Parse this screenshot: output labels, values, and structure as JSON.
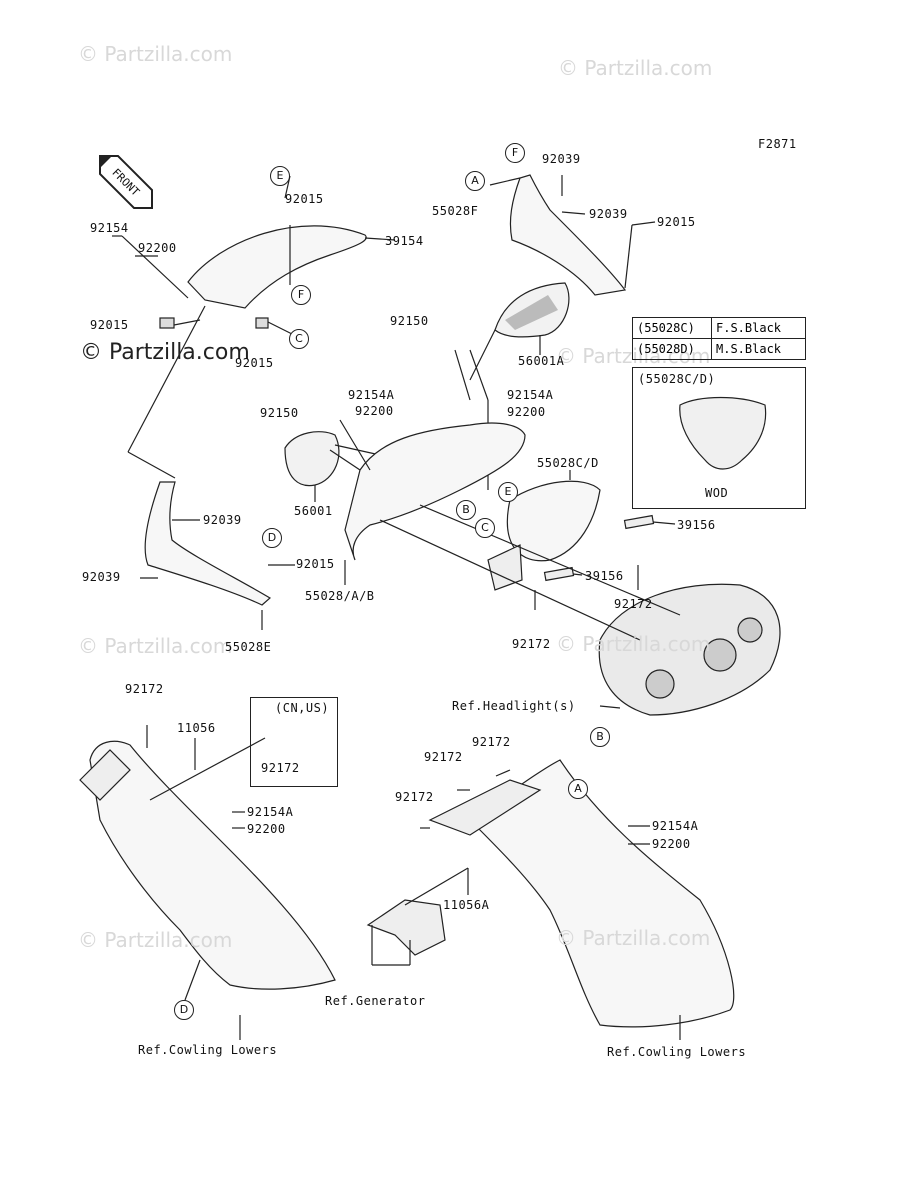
{
  "diagram_code": "F2871",
  "front_label": "FRONT",
  "watermarks": [
    "© Partzilla.com",
    "© Partzilla.com",
    "© Partzilla.com",
    "© Partzilla.com",
    "© Partzilla.com",
    "© Partzilla.com",
    "© Partzilla.com",
    "© Partzilla.com"
  ],
  "watermark_main": "© Partzilla.com",
  "callouts": [
    "E",
    "F",
    "C",
    "F",
    "A",
    "B",
    "E",
    "C",
    "D",
    "D",
    "B",
    "A"
  ],
  "part_labels": [
    "92015",
    "39154",
    "92154",
    "92200",
    "92015",
    "92015",
    "92039",
    "92039",
    "92015",
    "55028E",
    "55028F",
    "92039",
    "92039",
    "92015",
    "92150",
    "56001A",
    "92154A",
    "92200",
    "92154A",
    "92150",
    "92200",
    "56001",
    "55028/A/B",
    "55028C/D",
    "39156",
    "39156",
    "92172",
    "92172",
    "92172",
    "11056",
    "92172",
    "92154A",
    "92200",
    "92172",
    "92172",
    "92172",
    "92154A",
    "92200",
    "11056A"
  ],
  "color_table": {
    "rows": [
      {
        "code": "(55028C)",
        "color": "F.S.Black"
      },
      {
        "code": "(55028D)",
        "color": "M.S.Black"
      }
    ]
  },
  "inset_wod": {
    "title": "(55028C/D)",
    "caption": "WOD"
  },
  "inset_region": {
    "title": "(CN,US)",
    "part": "92172"
  },
  "refs": {
    "headlight": "Ref.Headlight(s)",
    "generator": "Ref.Generator",
    "cowling_left": "Ref.Cowling Lowers",
    "cowling_right": "Ref.Cowling Lowers"
  }
}
